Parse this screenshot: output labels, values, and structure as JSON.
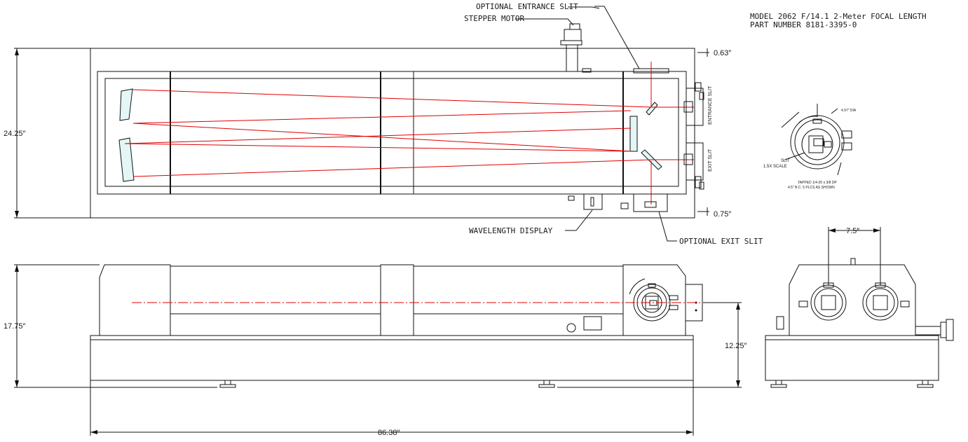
{
  "title": {
    "line1": "MODEL 2062 F/14.1 2-Meter FOCAL LENGTH",
    "line2": "PART NUMBER 8181-3395-0"
  },
  "callouts": {
    "optional_entrance_slit": "OPTIONAL ENTRANCE SLIT",
    "stepper_motor": "STEPPER MOTOR",
    "wavelength_display": "WAVELENGTH DISPLAY",
    "optional_exit_slit": "OPTIONAL EXIT SLIT",
    "entrance_slit": "ENTRANCE SLIT",
    "exit_slit": "EXIT SLIT"
  },
  "dimensions": {
    "top_height": "24.25″",
    "side_height": "17.75″",
    "optical_axis_height": "12.25″",
    "overall_length": "86.38″",
    "slit_offset_top": "0.63″",
    "slit_offset_bottom": "0.75″",
    "port_spacing": "7.5″"
  },
  "detail": {
    "dia_label": "4.97″ DIA",
    "slit_label": "SLIT",
    "scale_label": "1.5X SCALE",
    "tapped_line1": "TAPPED 1/4-20 x 3/8 DP",
    "tapped_line2": "4.5″ B.C. 5 PLCS AS SHOWN"
  },
  "colors": {
    "line": "#111111",
    "beam": "#e00000",
    "mirror_fill": "#e4f6f6"
  }
}
